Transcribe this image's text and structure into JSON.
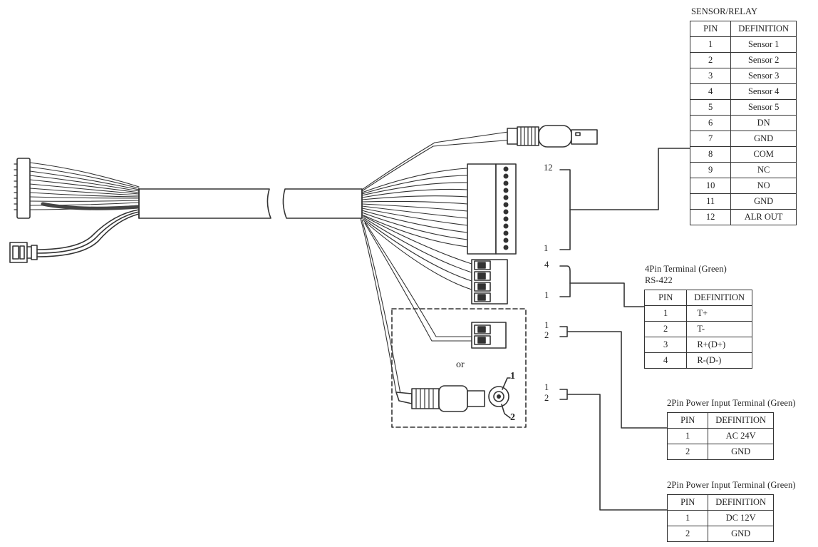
{
  "tables": {
    "sensor_relay": {
      "title": "SENSOR/RELAY",
      "headers": [
        "PIN",
        "DEFINITION"
      ],
      "rows": [
        [
          "1",
          "Sensor 1"
        ],
        [
          "2",
          "Sensor 2"
        ],
        [
          "3",
          "Sensor 3"
        ],
        [
          "4",
          "Sensor 4"
        ],
        [
          "5",
          "Sensor 5"
        ],
        [
          "6",
          "DN"
        ],
        [
          "7",
          "GND"
        ],
        [
          "8",
          "COM"
        ],
        [
          "9",
          "NC"
        ],
        [
          "10",
          "NO"
        ],
        [
          "11",
          "GND"
        ],
        [
          "12",
          "ALR OUT"
        ]
      ]
    },
    "rs422": {
      "title": "4Pin Terminal (Green)",
      "subtitle": "RS-422",
      "headers": [
        "PIN",
        "DEFINITION"
      ],
      "rows": [
        [
          "1",
          "T+"
        ],
        [
          "2",
          "T-"
        ],
        [
          "3",
          "R+(D+)"
        ],
        [
          "4",
          "R-(D-)"
        ]
      ]
    },
    "power_ac": {
      "title": "2Pin Power Input Terminal (Green)",
      "headers": [
        "PIN",
        "DEFINITION"
      ],
      "rows": [
        [
          "1",
          "AC 24V"
        ],
        [
          "2",
          "GND"
        ]
      ]
    },
    "power_dc": {
      "title": "2Pin Power Input Terminal (Green)",
      "headers": [
        "PIN",
        "DEFINITION"
      ],
      "rows": [
        [
          "1",
          "DC 12V"
        ],
        [
          "2",
          "GND"
        ]
      ]
    }
  },
  "labels": {
    "term12_top": "12",
    "term12_bottom": "1",
    "term4_top": "4",
    "term4_bottom": "1",
    "pwr_a_1": "1",
    "pwr_a_2": "2",
    "pwr_b_1": "1",
    "pwr_b_2": "2",
    "or": "or",
    "dc_jack_1": "1",
    "dc_jack_2": "2"
  },
  "colors": {
    "line": "#333333",
    "background": "#ffffff"
  }
}
